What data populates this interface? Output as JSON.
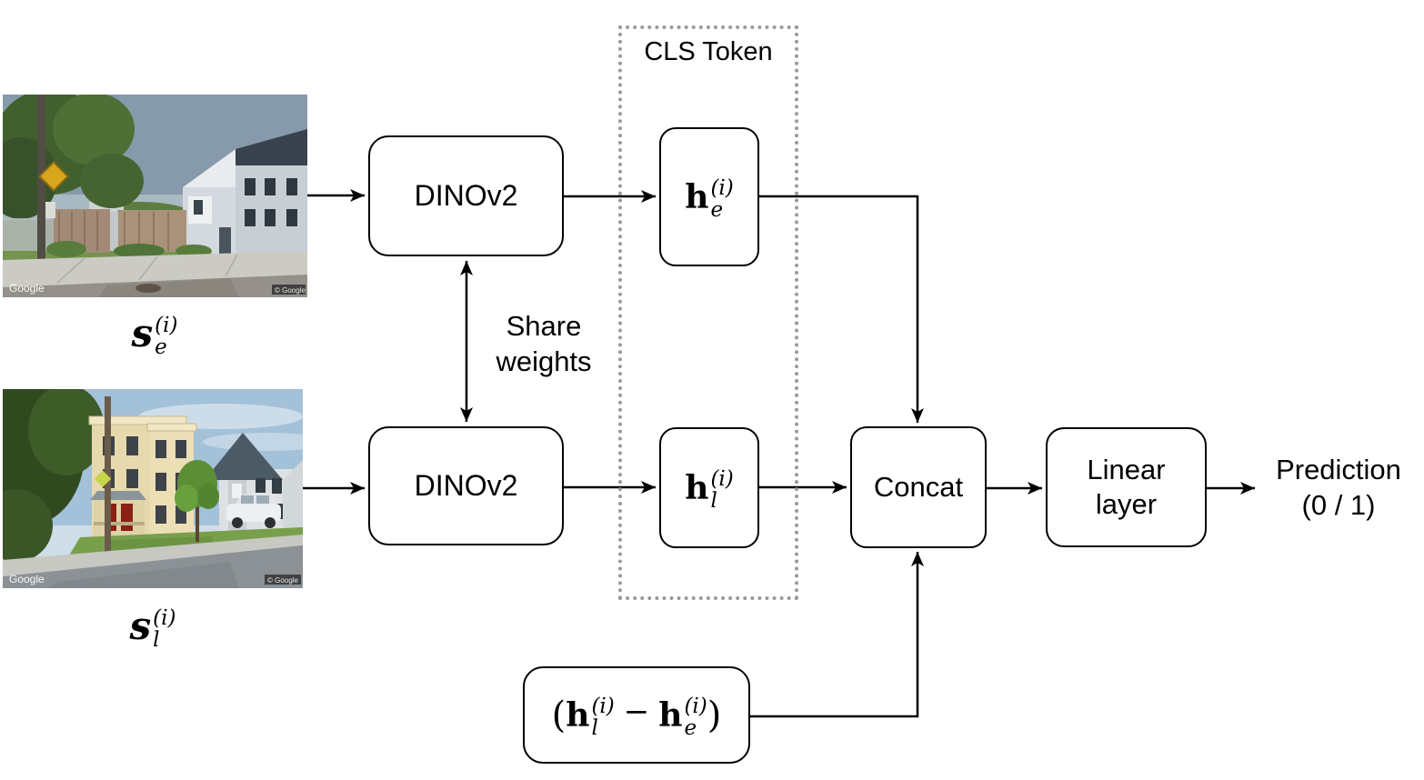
{
  "colors": {
    "line": "#000000",
    "box_fill": "#ffffff",
    "dotted_border": "#9a9a9a",
    "text": "#000000"
  },
  "inputs": {
    "early": {
      "math": {
        "base": "s",
        "sup": "(i)",
        "sub": "e"
      },
      "watermark": "Google",
      "copyright": "© Google"
    },
    "later": {
      "math": {
        "base": "s",
        "sup": "(i)",
        "sub": "l"
      },
      "watermark": "Google",
      "copyright": "© Google"
    }
  },
  "encoders": {
    "label": "DINOv2",
    "share_weights": {
      "line1": "Share",
      "line2": "weights"
    }
  },
  "cls": {
    "title": "CLS Token",
    "h_early": {
      "base": "h",
      "sup": "(i)",
      "sub": "e"
    },
    "h_later": {
      "base": "h",
      "sup": "(i)",
      "sub": "l"
    }
  },
  "concat": {
    "label": "Concat"
  },
  "linear": {
    "line1": "Linear",
    "line2": "layer"
  },
  "prediction": {
    "line1": "Prediction",
    "line2": "(0 / 1)"
  },
  "difference": {
    "open": "(",
    "left": {
      "base": "h",
      "sup": "(i)",
      "sub": "l"
    },
    "minus": "−",
    "right": {
      "base": "h",
      "sup": "(i)",
      "sub": "e"
    },
    "close": ")"
  }
}
